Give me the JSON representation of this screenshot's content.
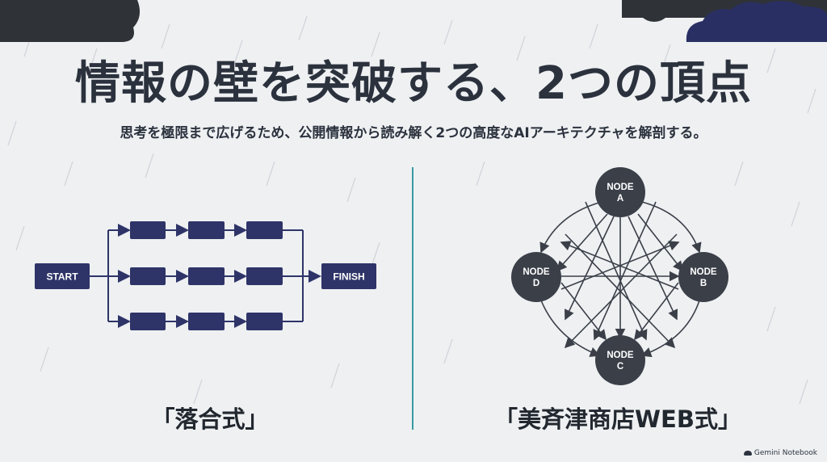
{
  "title": "情報の壁を突破する、2つの頂点",
  "subtitle": "思考を極限まで広げるため、公開情報から読み解く2つの高度なAIアーキテクチャを解剖する。",
  "left_diagram": {
    "start_label": "START",
    "finish_label": "FINISH",
    "rows": 3,
    "steps_per_row": 3,
    "caption": "「落合式」"
  },
  "right_diagram": {
    "nodes": [
      {
        "id": "A",
        "line1": "NODE",
        "line2": "A"
      },
      {
        "id": "B",
        "line1": "NODE",
        "line2": "B"
      },
      {
        "id": "C",
        "line1": "NODE",
        "line2": "C"
      },
      {
        "id": "D",
        "line1": "NODE",
        "line2": "D"
      }
    ],
    "caption": "「美斉津商店WEB式」"
  },
  "brand": "Gemini Notebook",
  "colors": {
    "background": "#eef0f2",
    "box_fill": "#2e3468",
    "node_fill": "#3a3f48",
    "divider": "#3a9aa3",
    "cloud_dark": "#2f3338",
    "cloud_navy": "#2a2f63"
  }
}
